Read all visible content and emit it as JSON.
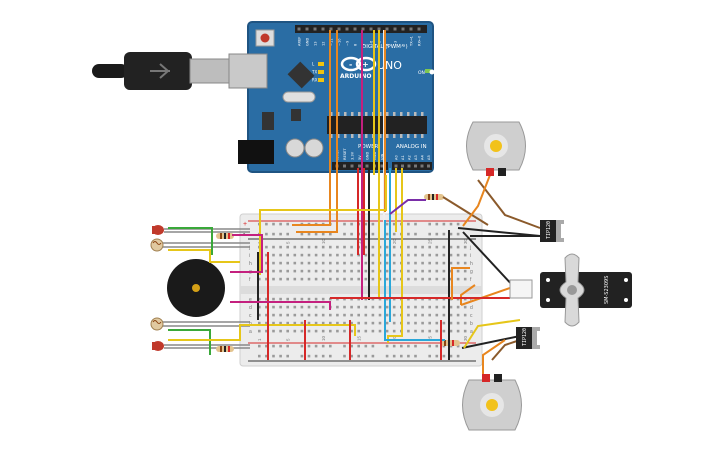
{
  "arduino": {
    "brand": "ARDUINO",
    "model": "UNO",
    "digital_header": "DIGITAL (PWM~)",
    "analog_header": "ANALOG IN",
    "power_header": "POWER",
    "digital_pins": [
      "AREF",
      "GND",
      "13",
      "12",
      "~11",
      "~10",
      "~9",
      "8",
      "7",
      "~6",
      "~5",
      "4",
      "~3",
      "2",
      "TX→1",
      "RX←0"
    ],
    "power_pins": [
      "IOREF",
      "RESET",
      "3.3V",
      "5V",
      "GND",
      "GND",
      "VIN"
    ],
    "analog_pins": [
      "A0",
      "A1",
      "A2",
      "A3",
      "A4",
      "A5"
    ],
    "leds": [
      "L",
      "TX",
      "RX"
    ],
    "on_label": "ON",
    "colors": {
      "board": "#2a6da4",
      "board_edge": "#1f5482",
      "header": "#222222"
    }
  },
  "breadboard": {
    "row_letters_top": [
      "j",
      "i",
      "h",
      "g",
      "f"
    ],
    "row_letters_bottom": [
      "e",
      "d",
      "c",
      "b",
      "a"
    ],
    "column_numbers": [
      "1",
      "5",
      "10",
      "15",
      "20",
      "25",
      "30"
    ],
    "rail_plus": "+",
    "rail_minus": "-"
  },
  "components": {
    "transistor_top": "TIP120",
    "transistor_bottom": "TIP120",
    "servo_model": "SM-S2309S"
  },
  "wire_colors": {
    "red": "#d62828",
    "black": "#222222",
    "orange": "#e8861f",
    "yellow": "#e6c619",
    "green": "#3aa83a",
    "magenta": "#c4207e",
    "purple": "#7a2ea8",
    "cyan": "#2aa7d9",
    "brown": "#8b5a2b",
    "white": "#eeeeee"
  }
}
